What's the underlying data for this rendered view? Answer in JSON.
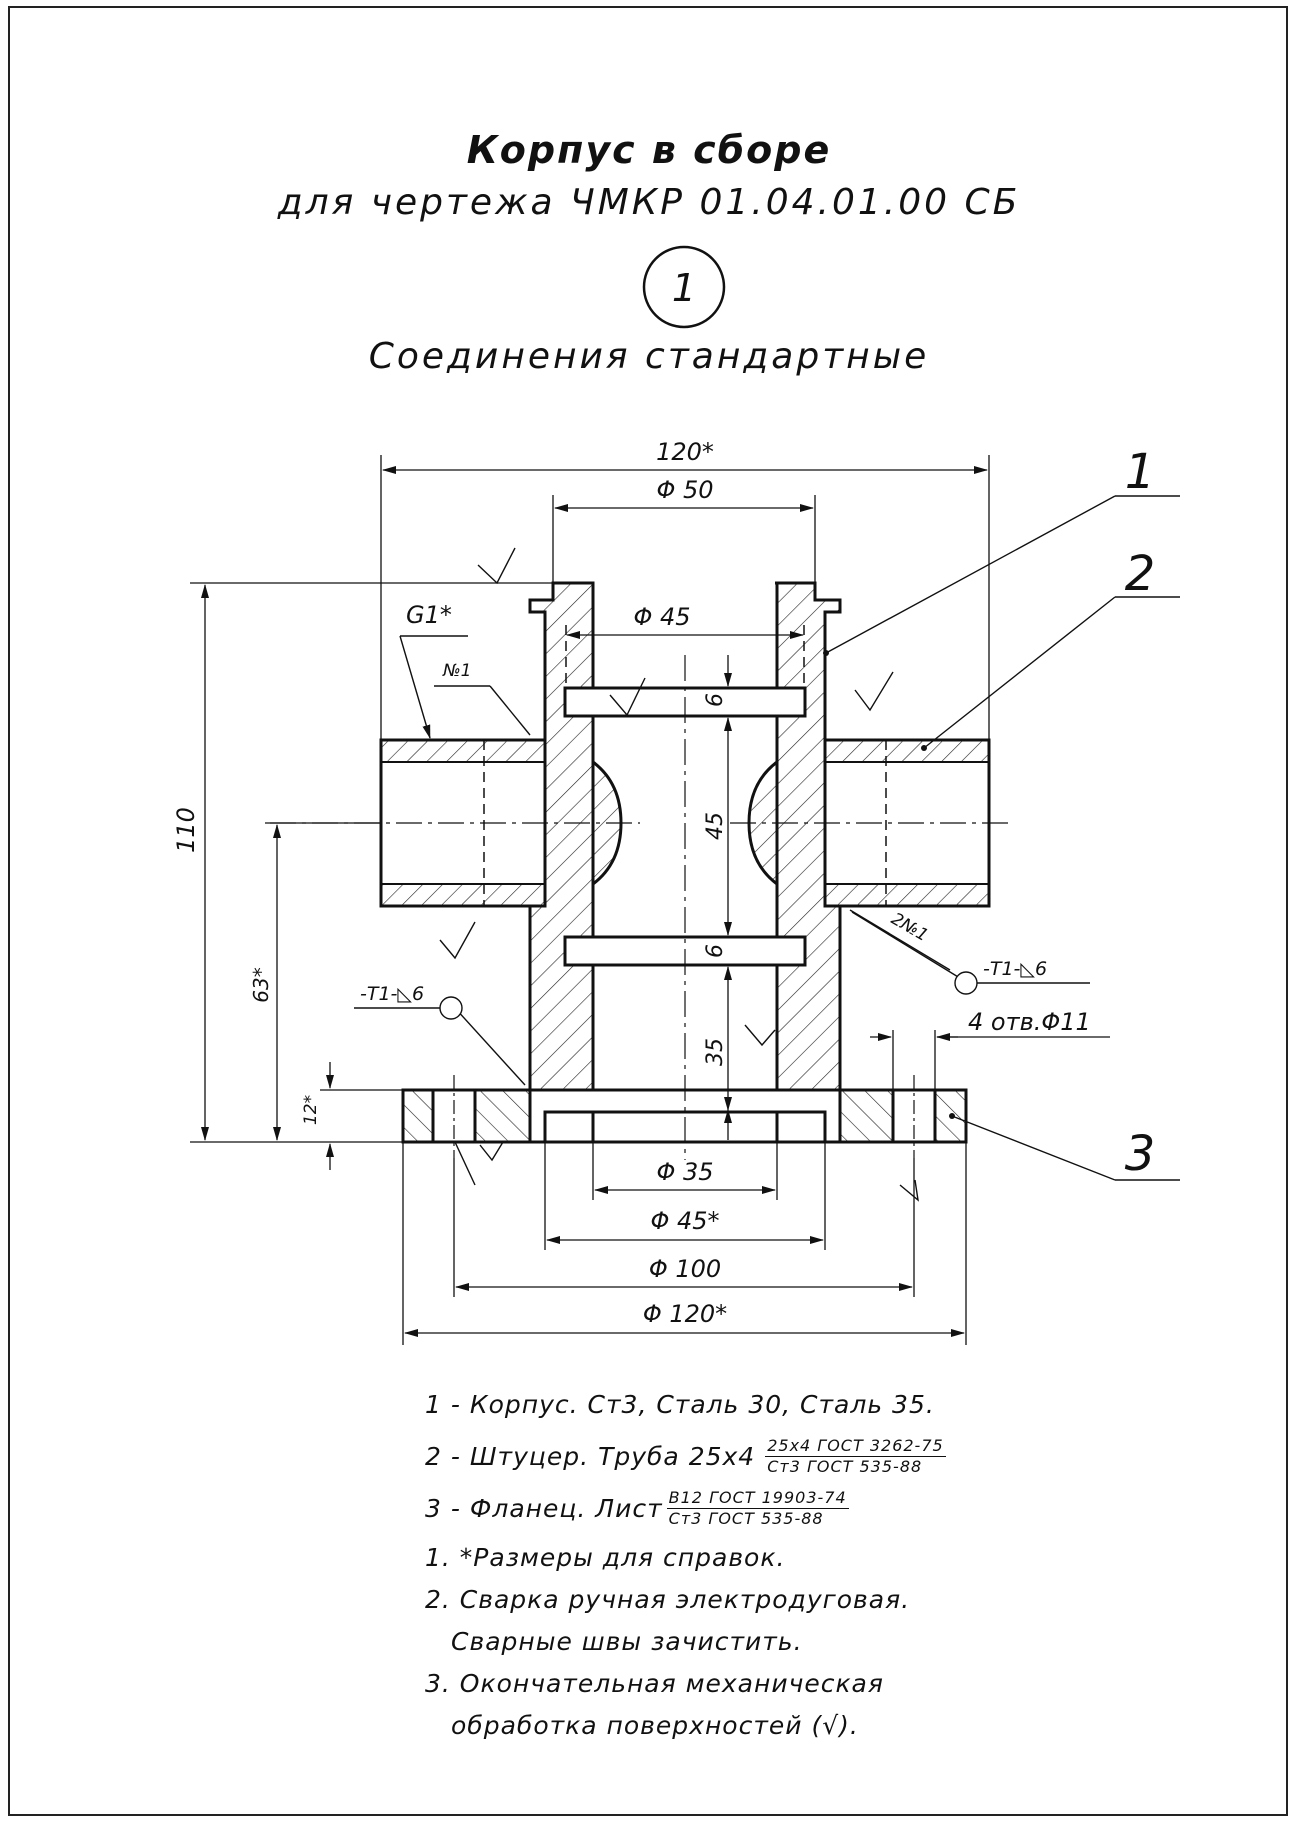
{
  "title": {
    "main": "Корпус в сборе",
    "sub": "для чертежа ЧМКР 01.04.01.00 СБ"
  },
  "section": {
    "number": "1",
    "caption": "Соединения стандартные"
  },
  "leaders": [
    "1",
    "2",
    "3"
  ],
  "dimensions": {
    "top_overall": "120*",
    "phi50": "Φ 50",
    "phi45_top": "Φ 45",
    "height_110": "110",
    "dim_63": "63*",
    "dim_12": "12*",
    "groove_upper": "6",
    "groove_lower": "6",
    "mid_45": "45",
    "bottom_35": "35",
    "phi35": "Φ 35",
    "phi45_bottom": "Φ 45*",
    "phi100": "Φ 100",
    "phi120": "Φ 120*",
    "holes": "4 отв.Φ11"
  },
  "annotations": {
    "thread": "G1*",
    "weld_1": "№1",
    "weld_2": "2№1",
    "weld_sym_left": "-Т1-◺6",
    "weld_sym_right": "-Т1-◺6"
  },
  "parts": [
    {
      "text": "1 - Корпус. Ст3, Сталь 30, Сталь 35."
    },
    {
      "text": "2 - Штуцер. Труба 25x4",
      "frac_num": "25x4 ГОСТ 3262-75",
      "frac_den": "Ст3 ГОСТ 535-88"
    },
    {
      "text": "3 - Фланец. Лист",
      "frac_num": "В12 ГОСТ 19903-74",
      "frac_den": "Ст3 ГОСТ 535-88"
    }
  ],
  "notes": [
    {
      "line1": "1. *Размеры для справок.",
      "line2": ""
    },
    {
      "line1": "2. Сварка ручная электродуговая.",
      "line2": "Сварные швы зачистить."
    },
    {
      "line1": "3. Окончательная механическая",
      "line2": "обработка поверхностей (√)."
    }
  ]
}
